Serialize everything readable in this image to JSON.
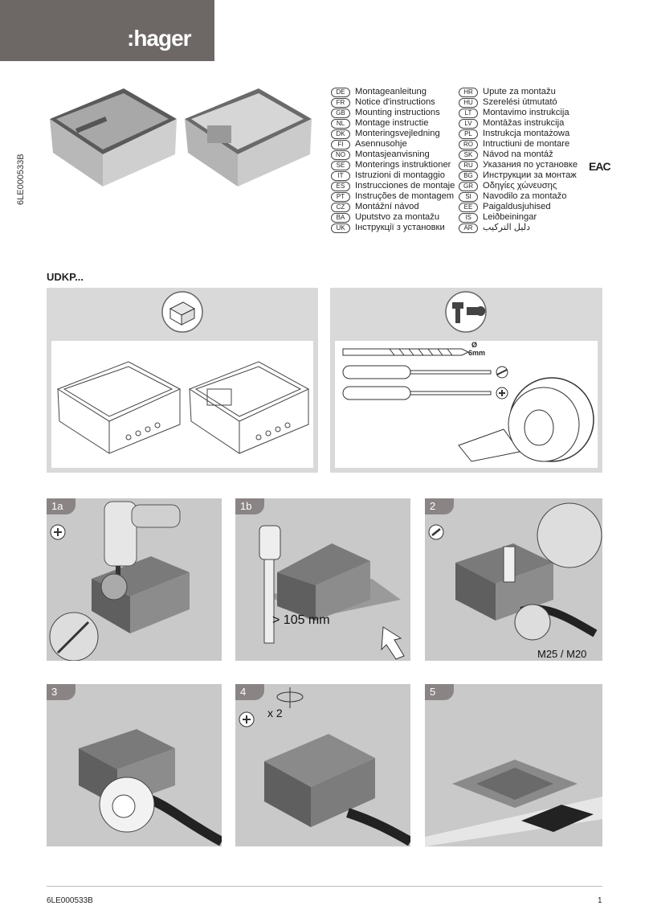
{
  "brand": {
    "logo_text": ":hager",
    "color_bar": "#6d6866"
  },
  "document_id": "6LE000533B",
  "languages_left": [
    {
      "code": "DE",
      "text": "Montageanleitung"
    },
    {
      "code": "FR",
      "text": "Notice d'instructions"
    },
    {
      "code": "GB",
      "text": "Mounting instructions"
    },
    {
      "code": "NL",
      "text": "Montage instructie"
    },
    {
      "code": "DK",
      "text": "Monteringsvejledning"
    },
    {
      "code": "FI",
      "text": "Asennusohje"
    },
    {
      "code": "NO",
      "text": "Montasjeanvisning"
    },
    {
      "code": "SE",
      "text": "Monterings instruktioner"
    },
    {
      "code": "IT",
      "text": "Istruzioni di montaggio"
    },
    {
      "code": "ES",
      "text": "Instrucciones de montaje"
    },
    {
      "code": "PT",
      "text": "Instruções de montagem"
    },
    {
      "code": "CZ",
      "text": "Montážní návod"
    },
    {
      "code": "BA",
      "text": "Uputstvo za montažu"
    },
    {
      "code": "UK",
      "text": "Інструкції з установки"
    }
  ],
  "languages_right": [
    {
      "code": "HR",
      "text": "Upute za montažu"
    },
    {
      "code": "HU",
      "text": "Szerelési útmutató"
    },
    {
      "code": "LT",
      "text": "Montavimo instrukcija"
    },
    {
      "code": "LV",
      "text": "Montāžas instrukcija"
    },
    {
      "code": "PL",
      "text": "Instrukcja montażowa"
    },
    {
      "code": "RO",
      "text": "Intructiuni de montare"
    },
    {
      "code": "SK",
      "text": "Návod na montáž"
    },
    {
      "code": "RU",
      "text": "Указания по установке"
    },
    {
      "code": "BG",
      "text": "Инструкции за монтаж"
    },
    {
      "code": "GR",
      "text": "Οδηγίες χώνευσης"
    },
    {
      "code": "SI",
      "text": "Navodilo za montažo"
    },
    {
      "code": "EE",
      "text": "Paigaldusjuhised"
    },
    {
      "code": "IS",
      "text": "Leiðbeiningar"
    },
    {
      "code": "AR",
      "text": "دليل التركيب"
    }
  ],
  "eac_mark": "EAC",
  "product_code": "UDKP...",
  "tools": {
    "drill_size_symbol": "Ø",
    "drill_size": "6mm"
  },
  "steps": [
    {
      "label": "1a"
    },
    {
      "label": "1b",
      "measure": "> 105 mm"
    },
    {
      "label": "2",
      "conduit": "M25 / M20"
    },
    {
      "label": "3"
    },
    {
      "label": "4",
      "count": "x 2"
    },
    {
      "label": "5"
    }
  ],
  "footer": {
    "doc_id": "6LE000533B",
    "page": "1"
  }
}
